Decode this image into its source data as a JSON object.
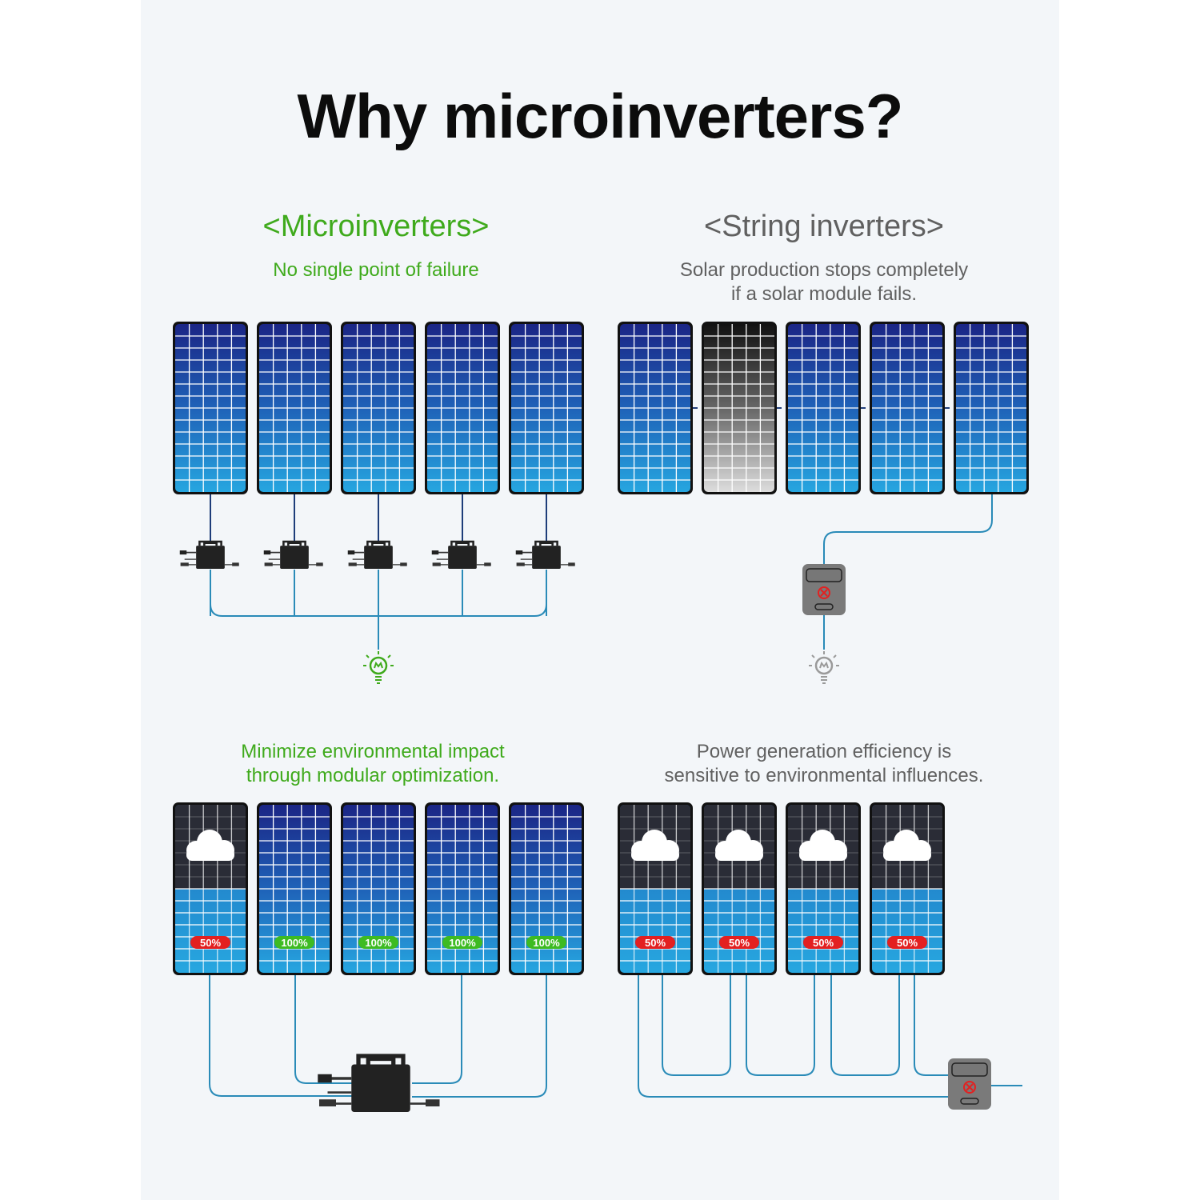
{
  "title": "Why microinverters?",
  "micro": {
    "heading": "<Microinverters>",
    "subtitle": "No single point of failure",
    "bottom_text": [
      "Minimize environmental impact",
      "through modular optimization."
    ],
    "bottom_badges": [
      "50%",
      "100%",
      "100%",
      "100%",
      "100%"
    ]
  },
  "string": {
    "heading": "<String inverters>",
    "subtitle": [
      "Solar production stops completely",
      "if a solar module fails."
    ],
    "bottom_text": [
      "Power generation efficiency is",
      "sensitive to environmental influences."
    ],
    "bottom_badges": [
      "50%",
      "50%",
      "50%",
      "50%"
    ]
  },
  "colors": {
    "green": "#3faa1c",
    "gray": "#606060",
    "wire": "#2a8bb8",
    "wire_dark": "#1e3d7a",
    "bad": "#e32020",
    "good": "#3dbb22"
  }
}
